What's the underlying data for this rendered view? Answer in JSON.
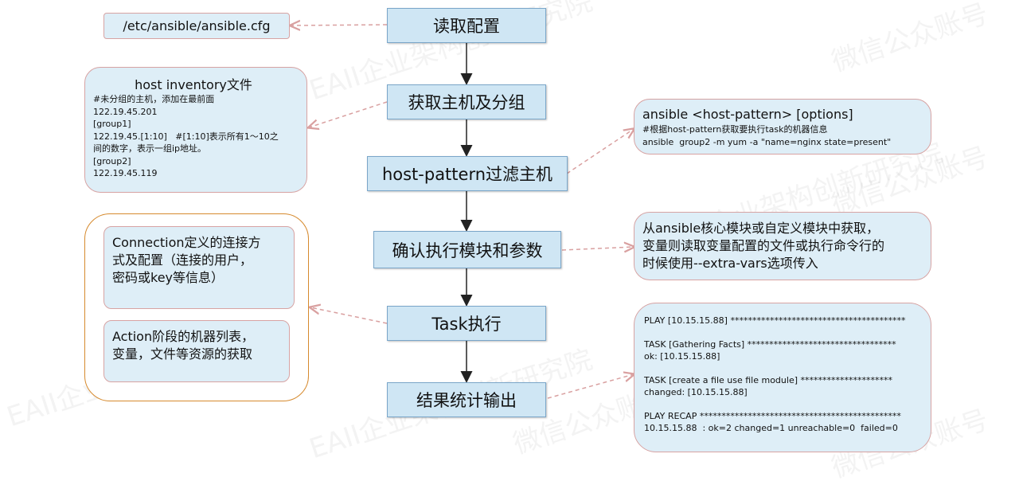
{
  "flow": {
    "steps": [
      "读取配置",
      "获取主机及分组",
      "host-pattern过滤主机",
      "确认执行模块和参数",
      "Task执行",
      "结果统计输出"
    ]
  },
  "notes": {
    "config_path": "/etc/ansible/ansible.cfg",
    "inventory": {
      "title": "host inventory文件",
      "lines": [
        "#未分组的主机，添加在最前面",
        "122.19.45.201",
        "[group1]",
        "122.19.45.[1:10]   #[1:10]表示所有1～10之",
        "间的数字，表示一组ip地址。",
        "[group2]",
        "122.19.45.119"
      ]
    },
    "pattern": {
      "title": "ansible <host-pattern> [options]",
      "lines": [
        "#根据host-pattern获取要执行task的机器信息",
        "ansible  group2 -m yum -a \"name=nginx state=present\""
      ]
    },
    "module": {
      "lines": [
        "从ansible核心模块或自定义模块中获取，",
        "变量则读取变量配置的文件或执行命令行的",
        "时候使用--extra-vars选项传入"
      ]
    },
    "connection": {
      "lines": [
        "Connection定义的连接方",
        "式及配置（连接的用户，",
        "密码或key等信息）"
      ]
    },
    "action": {
      "lines": [
        "Action阶段的机器列表，",
        "变量，文件等资源的获取"
      ]
    },
    "output": {
      "lines": [
        "PLAY [10.15.15.88] ****************************************",
        "",
        "TASK [Gathering Facts] **********************************",
        "ok: [10.15.15.88]",
        "",
        "TASK [create a file use file module] *********************",
        "changed: [10.15.15.88]",
        "",
        "PLAY RECAP **********************************************",
        "10.15.15.88  : ok=2 changed=1 unreachable=0  failed=0"
      ]
    }
  },
  "watermarks": [
    "EAII企业架构创新研究院",
    "微信公众账号",
    "EAII企业架构创新研究院",
    "微信公众账号",
    "EAII企业架构创新研究院",
    "微信公众账号",
    "EAII企业架构创新研究院",
    "微信公众账号"
  ],
  "colors": {
    "node_fill": "#cfe6f4",
    "node_border": "#7aa6c9",
    "note_border": "#d7a3a3",
    "frame_border": "#d68a2e",
    "dashed_link": "#d9a0a0"
  }
}
